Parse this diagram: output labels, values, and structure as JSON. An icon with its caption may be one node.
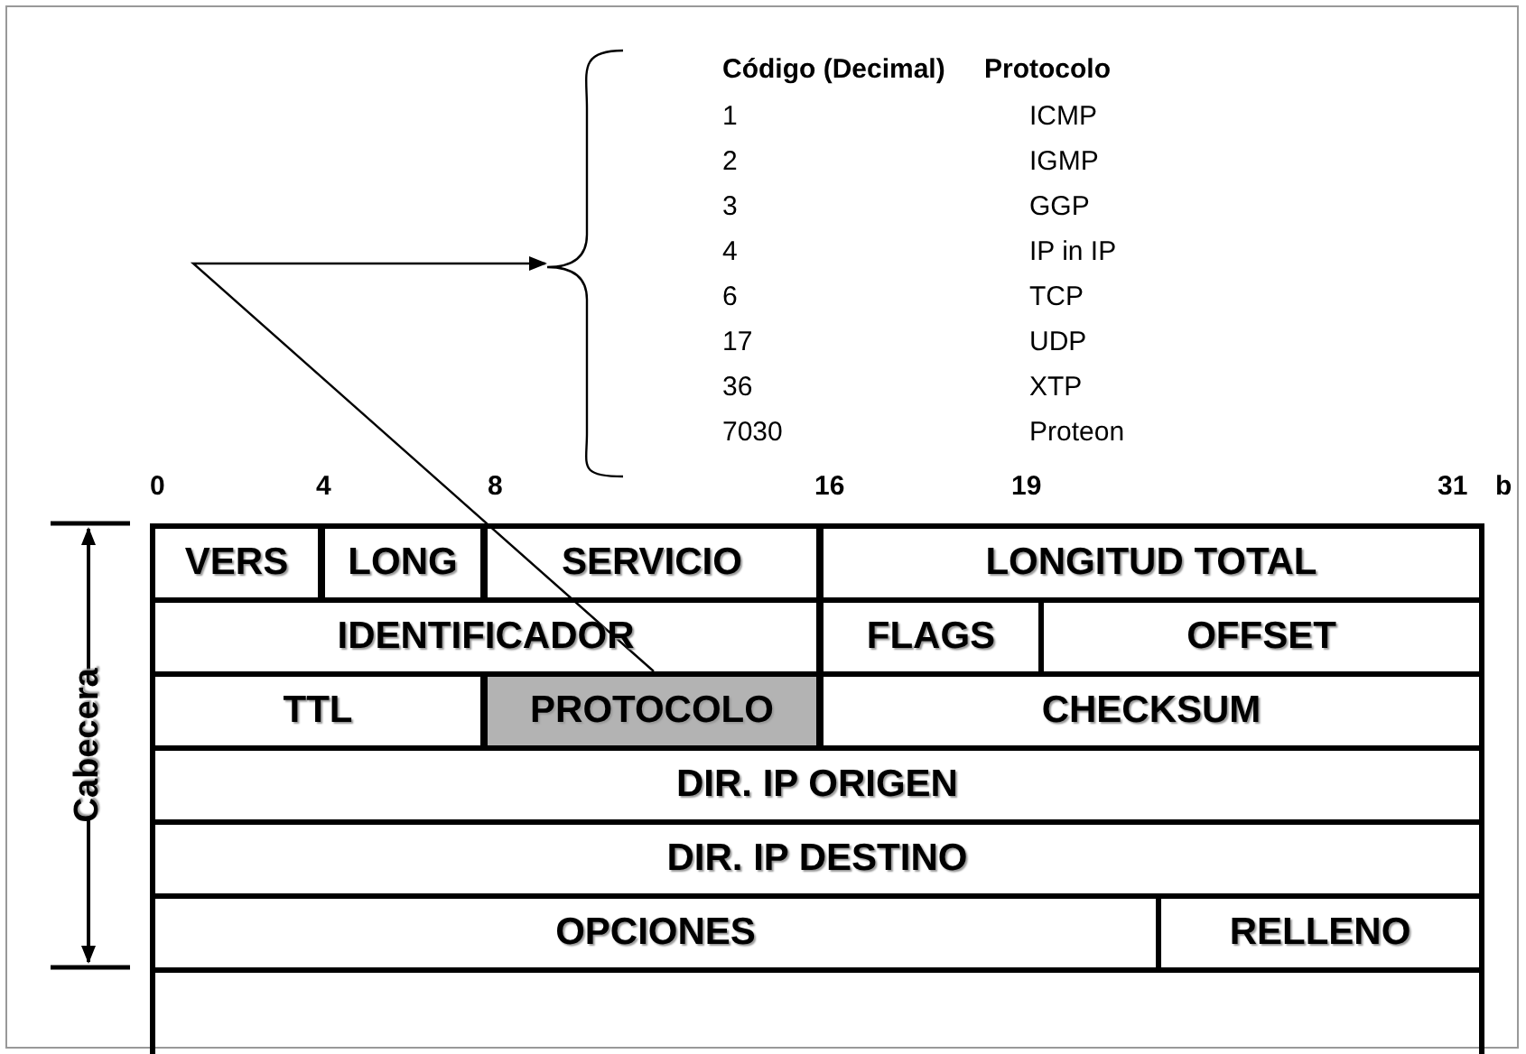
{
  "diagram": {
    "nodes": [
      {
        "text": [],
        "shape": "brace"
      },
      {
        "text": [
          "VERS"
        ]
      },
      {
        "text": [
          "LONG"
        ]
      },
      {
        "text": [
          "SERVICIO"
        ]
      },
      {
        "text": [
          "LONGITUD TOTAL"
        ]
      },
      {
        "text": [
          "IDENTIFICADOR"
        ]
      },
      {
        "text": [
          "FLAGS"
        ]
      },
      {
        "text": [
          "OFFSET"
        ]
      },
      {
        "text": [
          "TTL"
        ]
      },
      {
        "text": [
          "PROTOCOLO"
        ]
      },
      {
        "text": [
          "CHECKSUM"
        ]
      },
      {
        "text": [
          "DIR. IP ORIGEN"
        ]
      },
      {
        "text": [
          "DIR. IP DESTINO"
        ]
      },
      {
        "text": [
          "OPCIONES"
        ]
      },
      {
        "text": [
          "RELLENO"
        ]
      },
      {
        "text": [],
        "shape": "box"
      }
    ],
    "edges": [
      {
        "from": 9,
        "to": 0,
        "arrow": "to"
      }
    ],
    "labels": [
      "Código (Decimal)",
      "Protocolo",
      "1",
      "ICMP",
      "2",
      "IGMP",
      "3",
      "GGP",
      "4",
      "IP in IP",
      "6",
      "TCP",
      "17",
      "UDP",
      "36",
      "XTP",
      "7030",
      "Proteon",
      "0",
      "4",
      "8",
      "16",
      "19",
      "31",
      "b",
      "Cabecera"
    ]
  }
}
